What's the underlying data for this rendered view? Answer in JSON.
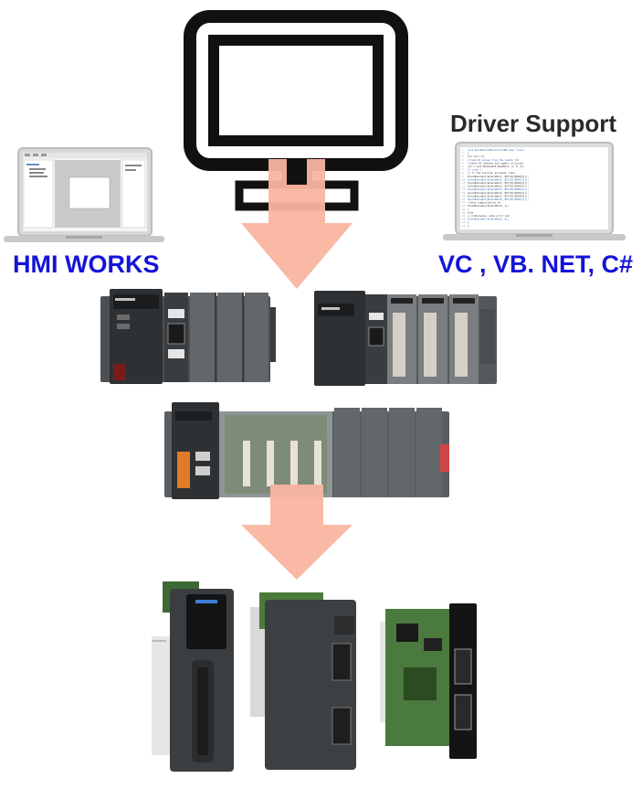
{
  "labels": {
    "hmi_works": "HMI WORKS",
    "driver_support": "Driver Support",
    "languages": "VC , VB. NET, C#"
  },
  "colors": {
    "label_blue": "#1414d8",
    "arrow_salmon": "#f9b5a0",
    "device_gray": "#5f6366",
    "device_dark": "#2f3235",
    "monitor_black": "#111111"
  },
  "icons": {
    "monitor": "desktop-monitor-icon",
    "laptop_left": "laptop-icon",
    "laptop_right": "laptop-icon",
    "arrow_top": "down-arrow-icon",
    "arrow_bottom": "down-arrow-icon"
  },
  "code_lines": [
    "void UserDefinedFunction(HMI_User *user)",
    "{",
    "  int ret = 0;",
    "  //read DI values from the remote I/O",
    "  //start DI address and number of points",
    "  ret = uart_ModbusRTU_ReadDI(2, 0, 8, 0);",
    "  if (ret) {",
    "    // if the function succeeds, then",
    "    CheckBoxLabel(&CheckBox1, BIT(DI_READ[0]));",
    "    CheckBoxLabel(&CheckBox2, BIT(DI_READ[1]));",
    "    CheckBoxLabel(&CheckBox3, BIT(DI_READ[2]));",
    "    CheckBoxLabel(&CheckBox4, BIT(DI_READ[3]));",
    "    CheckBoxLabel(&CheckBox5, BIT(DI_READ[4]));",
    "    CheckBoxLabel(&CheckBox6, BIT(DI_READ[5]));",
    "    CheckBoxLabel(&CheckBox7, BIT(DI_READ[6]));",
    "    CheckBoxLabel(&CheckBox8, BIT(DI_READ[7]));",
    "    //show communication ok",
    "    CheckBoxLabel(&CheckBox0, 1);",
    "  }",
    "  else",
    "  {  //otherwise, show error led",
    "    CheckBoxLabel(&CheckBox0, 0);",
    "  }",
    "}"
  ]
}
